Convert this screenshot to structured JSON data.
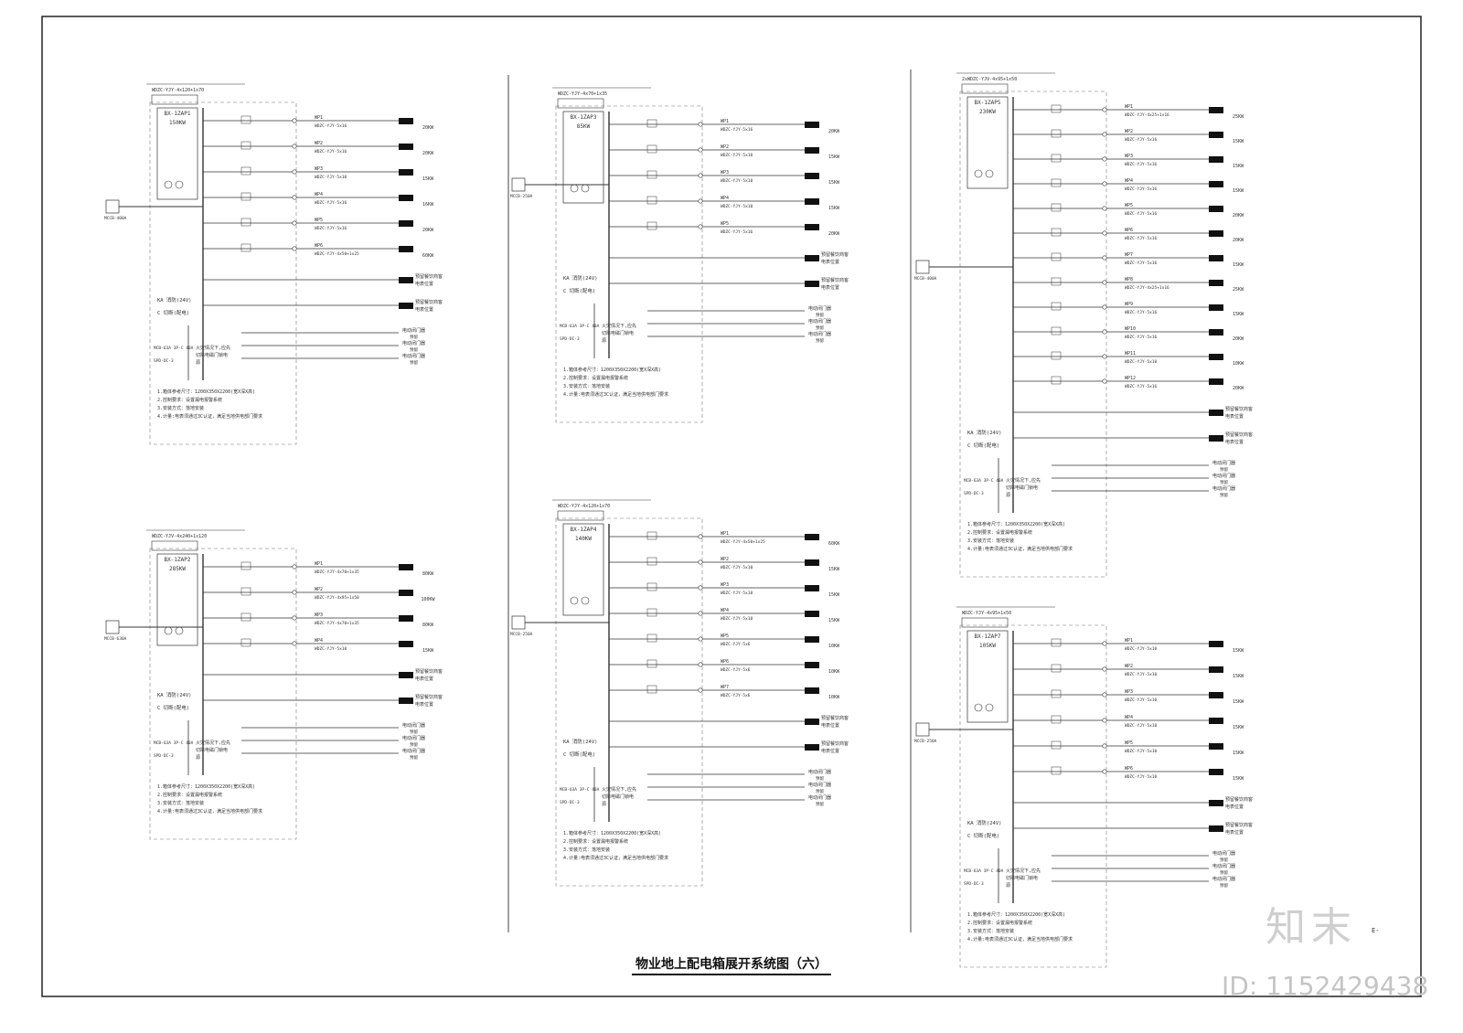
{
  "drawing": {
    "title": "物业地上配电箱展开系统图（六）",
    "sheet_no": "E-",
    "corner_logo": "知末",
    "id_text": "ID: 1152429438"
  },
  "common": {
    "fire_relay": "KA 消防(24V)",
    "cut_relay": "C 切断(配电)",
    "spd_label": "SPD-DC-3",
    "surge_breaker": "MCB-63A 3P-C 40A",
    "fire_note_lines": [
      "火灾情况下,应先",
      "切除电磁门锁电",
      "源"
    ],
    "door_note": "电动闭门器",
    "reserve": "预留",
    "spare_text": "预留餐饮商客",
    "spare_text2": "电表位置",
    "notes": [
      "1.箱体参考尺寸：1200X350X2200(宽X深X高)",
      "2.控制要求：设置漏电报警系统",
      "3.安装方式：落地安装",
      "4.计量:电表须通过3C认证，满足当地供电部门要求"
    ]
  },
  "panels": [
    {
      "id": "p1",
      "supply": "WDZC-YJY-4x120+1x70",
      "code": "BX-1ZAP1",
      "power": "150KW",
      "main": "MCCB-400A",
      "circuits": [
        {
          "no": "WP1",
          "cable": "WDZC-YJY-5x16",
          "load": "20KW"
        },
        {
          "no": "WP2",
          "cable": "WDZC-YJY-5x16",
          "load": "20KW"
        },
        {
          "no": "WP3",
          "cable": "WDZC-YJY-5x10",
          "load": "15KW"
        },
        {
          "no": "WP4",
          "cable": "WDZC-YJY-5x16",
          "load": "16KW"
        },
        {
          "no": "WP5",
          "cable": "WDZC-YJY-5x16",
          "load": "20KW"
        },
        {
          "no": "WP6",
          "cable": "WDZC-YJY-4x50+1x25",
          "load": "60KW"
        }
      ]
    },
    {
      "id": "p2",
      "supply": "WDZC-YJV-4x240+1x120",
      "code": "BX-1ZAP2",
      "power": "285KW",
      "main": "MCCB-630A",
      "circuits": [
        {
          "no": "WP1",
          "cable": "WDZC-YJY-4x70+1x35",
          "load": "80KW"
        },
        {
          "no": "WP2",
          "cable": "WDZC-YJY-4x95+1x50",
          "load": "100KW"
        },
        {
          "no": "WP3",
          "cable": "WDZC-YJY-4x70+1x35",
          "load": "80KW"
        },
        {
          "no": "WP4",
          "cable": "WDZC-YJY-5x10",
          "load": "15KW"
        }
      ]
    },
    {
      "id": "p3",
      "supply": "WDZC-YJY-4x70+1x35",
      "code": "BX-1ZAP3",
      "power": "85KW",
      "main": "MCCB-250A",
      "circuits": [
        {
          "no": "WP1",
          "cable": "WDZC-YJY-5x16",
          "load": "20KW"
        },
        {
          "no": "WP2",
          "cable": "WDZC-YJY-5x10",
          "load": "15KW"
        },
        {
          "no": "WP3",
          "cable": "WDZC-YJY-5x10",
          "load": "15KW"
        },
        {
          "no": "WP4",
          "cable": "WDZC-YJY-5x10",
          "load": "15KW"
        },
        {
          "no": "WP5",
          "cable": "WDZC-YJY-5x16",
          "load": "20KW"
        }
      ]
    },
    {
      "id": "p4",
      "supply": "WDZC-YJY-4x120+1x70",
      "code": "BX-1ZAP4",
      "power": "140KW",
      "main": "MCCB-250A",
      "circuits": [
        {
          "no": "WP1",
          "cable": "WDZC-YJY-4x50+1x25",
          "load": "60KW"
        },
        {
          "no": "WP2",
          "cable": "WDZC-YJY-5x10",
          "load": "15KW"
        },
        {
          "no": "WP3",
          "cable": "WDZC-YJY-5x10",
          "load": "15KW"
        },
        {
          "no": "WP4",
          "cable": "WDZC-YJY-5x10",
          "load": "15KW"
        },
        {
          "no": "WP5",
          "cable": "WDZC-YJY-5x6",
          "load": "10KW"
        },
        {
          "no": "WP6",
          "cable": "WDZC-YJY-5x6",
          "load": "10KW"
        },
        {
          "no": "WP7",
          "cable": "WDZC-YJY-5x6",
          "load": "10KW"
        }
      ]
    },
    {
      "id": "p5",
      "supply": "2xWDZC-YJV-4x95+1x50",
      "code": "BX-1ZAP5",
      "power": "230KW",
      "main": "MCCB-400A",
      "circuits": [
        {
          "no": "WP1",
          "cable": "WDZC-YJY-4x25+1x16",
          "load": "25KW"
        },
        {
          "no": "WP2",
          "cable": "WDZC-YJY-5x16",
          "load": "15KW"
        },
        {
          "no": "WP3",
          "cable": "WDZC-YJY-5x16",
          "load": "15KW"
        },
        {
          "no": "WP4",
          "cable": "WDZC-YJY-5x16",
          "load": "15KW"
        },
        {
          "no": "WP5",
          "cable": "WDZC-YJY-5x16",
          "load": "20KW"
        },
        {
          "no": "WP6",
          "cable": "WDZC-YJY-5x16",
          "load": "20KW"
        },
        {
          "no": "WP7",
          "cable": "WDZC-YJY-5x16",
          "load": "15KW"
        },
        {
          "no": "WP8",
          "cable": "WDZC-YJY-4x25+1x16",
          "load": "25KW"
        },
        {
          "no": "WP9",
          "cable": "WDZC-YJY-5x16",
          "load": "15KW"
        },
        {
          "no": "WP10",
          "cable": "WDZC-YJY-5x16",
          "load": "20KW"
        },
        {
          "no": "WP11",
          "cable": "WDZC-YJY-5x10",
          "load": "10KW"
        },
        {
          "no": "WP12",
          "cable": "WDZC-YJY-5x16",
          "load": "20KW"
        }
      ]
    },
    {
      "id": "p6",
      "supply": "WDZC-YJY-4x95+1x50",
      "code": "BX-1ZAP7",
      "power": "105KW",
      "main": "MCCB-250A",
      "circuits": [
        {
          "no": "WP1",
          "cable": "WDZC-YJY-5x10",
          "load": "15KW"
        },
        {
          "no": "WP2",
          "cable": "WDZC-YJY-5x10",
          "load": "15KW"
        },
        {
          "no": "WP3",
          "cable": "WDZC-YJY-5x10",
          "load": "15KW"
        },
        {
          "no": "WP4",
          "cable": "WDZC-YJY-5x10",
          "load": "15KW"
        },
        {
          "no": "WP5",
          "cable": "WDZC-YJY-5x10",
          "load": "15KW"
        },
        {
          "no": "WP6",
          "cable": "WDZC-YJY-5x10",
          "load": "15KW"
        }
      ]
    }
  ]
}
